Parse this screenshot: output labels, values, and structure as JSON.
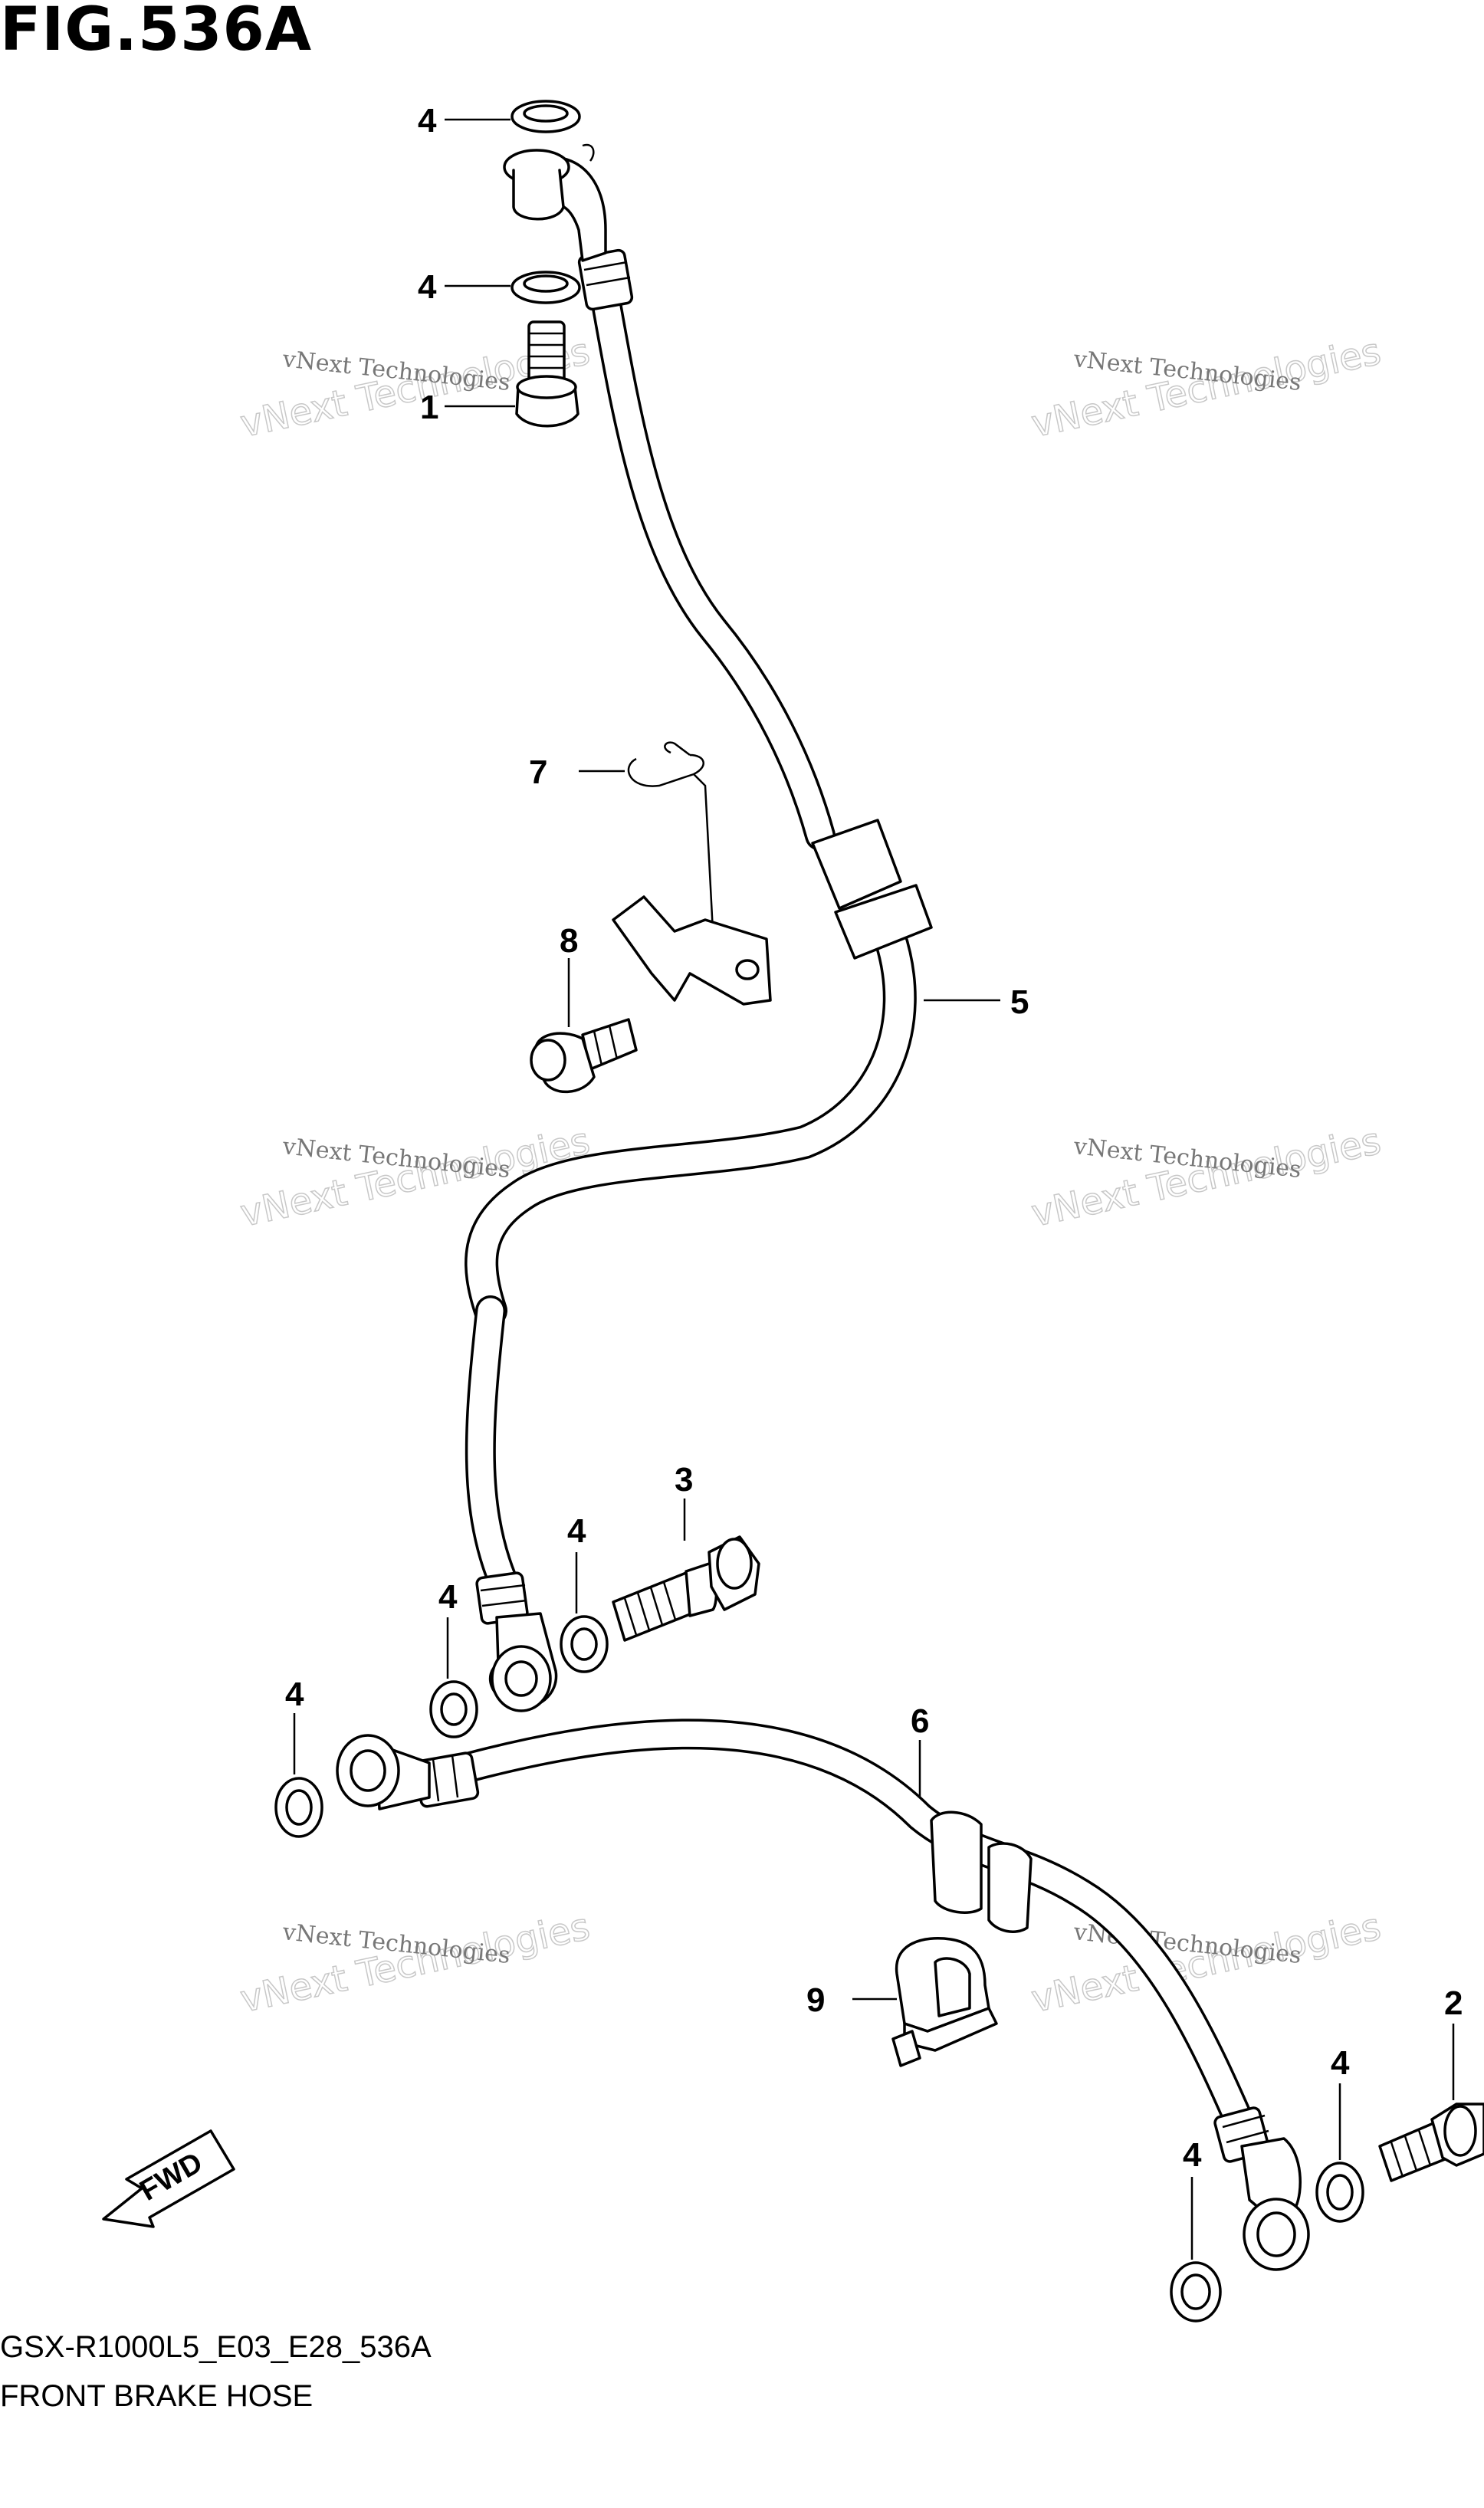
{
  "figure": {
    "title": "FIG.536A",
    "code": "GSX-R1000L5_E03_E28_536A",
    "caption": "FRONT BRAKE HOSE",
    "fwd_label": "FWD"
  },
  "watermark": {
    "line1": "vNext Technologies",
    "line2": "vNext Technologies"
  },
  "callouts": [
    {
      "id": "c1",
      "label": "4"
    },
    {
      "id": "c2",
      "label": "4"
    },
    {
      "id": "c3",
      "label": "1"
    },
    {
      "id": "c4",
      "label": "7"
    },
    {
      "id": "c5",
      "label": "8"
    },
    {
      "id": "c6",
      "label": "5"
    },
    {
      "id": "c7",
      "label": "3"
    },
    {
      "id": "c8",
      "label": "4"
    },
    {
      "id": "c9",
      "label": "4"
    },
    {
      "id": "c10",
      "label": "4"
    },
    {
      "id": "c11",
      "label": "6"
    },
    {
      "id": "c12",
      "label": "9"
    },
    {
      "id": "c13",
      "label": "2"
    },
    {
      "id": "c14",
      "label": "4"
    },
    {
      "id": "c15",
      "label": "4"
    }
  ]
}
